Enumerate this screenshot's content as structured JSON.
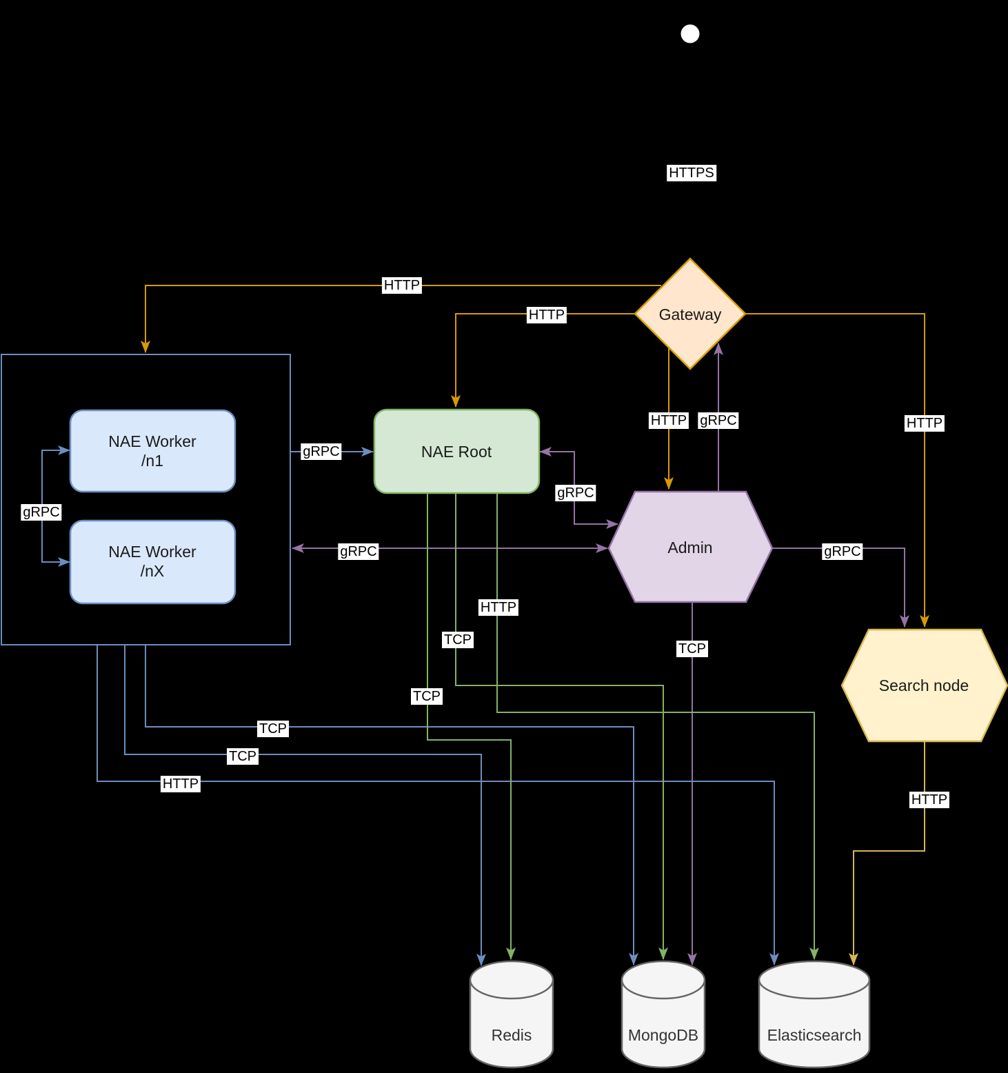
{
  "diagram": "service-architecture",
  "colors": {
    "background": "#000000",
    "orange": "#D79B00",
    "orange_fill": "#FFE6CC",
    "green": "#82B366",
    "green_fill": "#D5E8D4",
    "blue": "#6C8EBF",
    "blue_fill": "#DAE8FC",
    "purple": "#9673A6",
    "purple_fill": "#E1D5E7",
    "yellow": "#D6B656",
    "yellow_fill": "#FFF2CC",
    "db_fill": "#F5F5F5",
    "db_stroke": "#666666",
    "edge_label_bg": "#FFFFFF"
  },
  "nodes": {
    "gateway": {
      "label": "Gateway"
    },
    "nae_root": {
      "label": "NAE Root"
    },
    "worker_n1": {
      "line1": "NAE Worker",
      "line2": "/n1"
    },
    "worker_nx": {
      "line1": "NAE Worker",
      "line2": "/nX"
    },
    "admin": {
      "label": "Admin"
    },
    "search_node": {
      "label": "Search node"
    },
    "redis": {
      "label": "Redis"
    },
    "mongodb": {
      "label": "MongoDB"
    },
    "elasticsearch": {
      "label": "Elasticsearch"
    }
  },
  "edge_labels": {
    "user_gateway": "HTTPS",
    "gateway_workers": "HTTP",
    "gateway_nae_root": "HTTP",
    "gateway_admin": "HTTP",
    "admin_gateway": "gRPC",
    "gateway_search": "HTTP",
    "nae_root_admin": "gRPC",
    "workers_admin": "gRPC",
    "admin_search": "gRPC",
    "admin_mongodb": "TCP",
    "workers_internal": "gRPC",
    "workers_nae_root": "gRPC",
    "workers_mongodb": "TCP",
    "workers_redis": "TCP",
    "workers_elasticsearch": "HTTP",
    "nae_root_redis": "TCP",
    "nae_root_mongodb": "TCP",
    "nae_root_elasticsearch": "HTTP",
    "search_elasticsearch": "HTTP"
  }
}
